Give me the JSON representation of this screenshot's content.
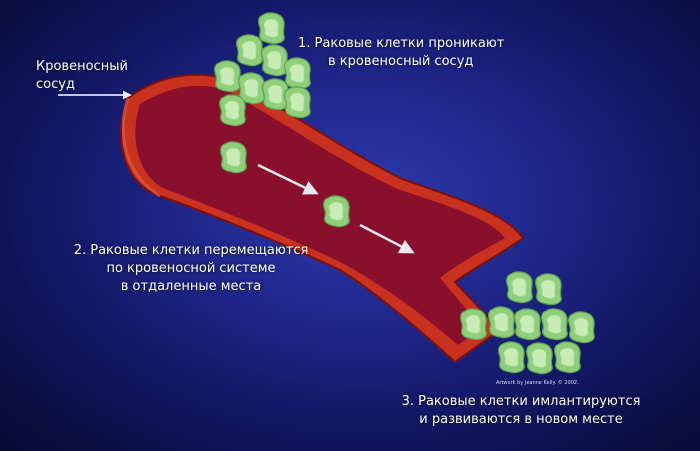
{
  "labels": {
    "vessel": [
      "Кровеносный",
      "сосуд"
    ],
    "step1": [
      "1. Раковые клетки проникают",
      "в кровеносный сосуд"
    ],
    "step2": [
      "2. Раковые клетки перемещаются",
      "по кровеносной системе",
      "в отдаленные места"
    ],
    "step3": [
      "3. Раковые клетки имлантируются",
      "и развиваются в новом месте"
    ]
  },
  "credit": "Artwork by Jeanne Kelly. © 2002.",
  "colors": {
    "vessel_outer": "#c8321f",
    "vessel_inner": "#8a0f2c",
    "cell_outer": "#8fcf7a",
    "cell_inner": "#c7ecb6",
    "arrow": "#e8e8f0"
  }
}
